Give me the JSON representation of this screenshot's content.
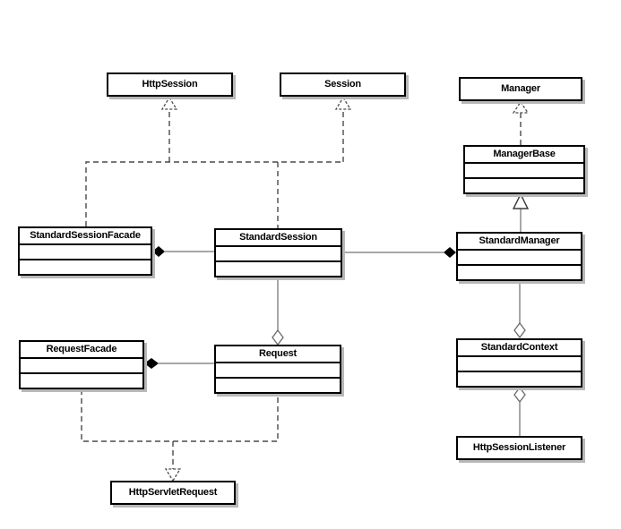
{
  "diagram": {
    "kind": "uml-class-diagram",
    "colors": {
      "box_border": "#000000",
      "box_fill": "#ffffff",
      "drop_shadow": "#b8b8b8",
      "association_line": "#8a8a8a",
      "dashed_line": "#4a4a4a",
      "composition_diamond_fill": "#000000",
      "aggregation_diamond_fill": "#ffffff",
      "triangle_fill": "#ffffff"
    }
  },
  "classes": [
    {
      "name": "HttpSession"
    },
    {
      "name": "Session"
    },
    {
      "name": "Manager"
    },
    {
      "name": "ManagerBase"
    },
    {
      "name": "StandardSessionFacade"
    },
    {
      "name": "StandardSession"
    },
    {
      "name": "StandardManager"
    },
    {
      "name": "RequestFacade"
    },
    {
      "name": "Request"
    },
    {
      "name": "StandardContext"
    },
    {
      "name": "HttpSessionListener"
    },
    {
      "name": "HttpServletRequest"
    }
  ],
  "relationships": [
    {
      "type": "realization",
      "sources": [
        "StandardSessionFacade",
        "StandardSession"
      ],
      "targets": [
        "HttpSession",
        "Session"
      ],
      "line": "dashed",
      "arrow": "hollow-triangle"
    },
    {
      "type": "realization",
      "sources": [
        "ManagerBase"
      ],
      "targets": [
        "Manager"
      ],
      "line": "dashed",
      "arrow": "hollow-triangle"
    },
    {
      "type": "realization",
      "sources": [
        "RequestFacade",
        "Request"
      ],
      "targets": [
        "HttpServletRequest"
      ],
      "line": "dashed",
      "arrow": "hollow-triangle"
    },
    {
      "type": "generalization",
      "sources": [
        "StandardManager"
      ],
      "targets": [
        "ManagerBase"
      ],
      "line": "solid",
      "arrow": "hollow-triangle"
    },
    {
      "type": "composition",
      "whole": "StandardSessionFacade",
      "part": "StandardSession",
      "diamond": "filled"
    },
    {
      "type": "composition",
      "whole": "StandardManager",
      "part": "StandardSession",
      "diamond": "filled"
    },
    {
      "type": "composition",
      "whole": "RequestFacade",
      "part": "Request",
      "diamond": "filled"
    },
    {
      "type": "aggregation",
      "whole": "Request",
      "part": "StandardSession",
      "diamond": "hollow"
    },
    {
      "type": "aggregation",
      "whole": "StandardContext",
      "part": "StandardManager",
      "diamond": "hollow"
    },
    {
      "type": "aggregation",
      "whole": "StandardContext",
      "part": "HttpSessionListener",
      "diamond": "hollow"
    }
  ]
}
